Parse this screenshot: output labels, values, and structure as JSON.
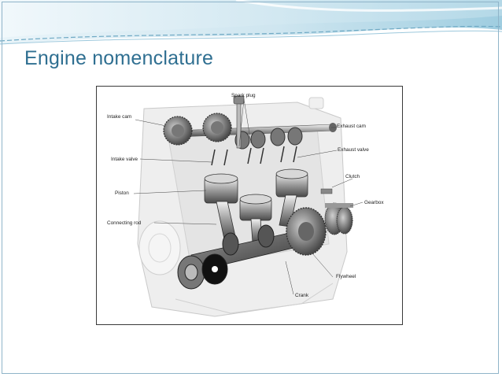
{
  "slide": {
    "title": "Engine nomenclature"
  },
  "diagram": {
    "labels": {
      "spark_plug": "Spark plug",
      "intake_cam": "Intake cam",
      "exhaust_cam": "Exhaust cam",
      "intake_valve": "Intake valve",
      "exhaust_valve": "Exhaust valve",
      "clutch": "Clutch",
      "piston": "Piston",
      "gearbox": "Gearbox",
      "connecting_rod": "Connecting rod",
      "flywheel": "Flywheel",
      "crank": "Crank"
    }
  },
  "colors": {
    "title": "#2f6f91",
    "band_light": "#d8ecf4",
    "band_mid": "#8cc3da",
    "frame": "#8fb4c9"
  }
}
